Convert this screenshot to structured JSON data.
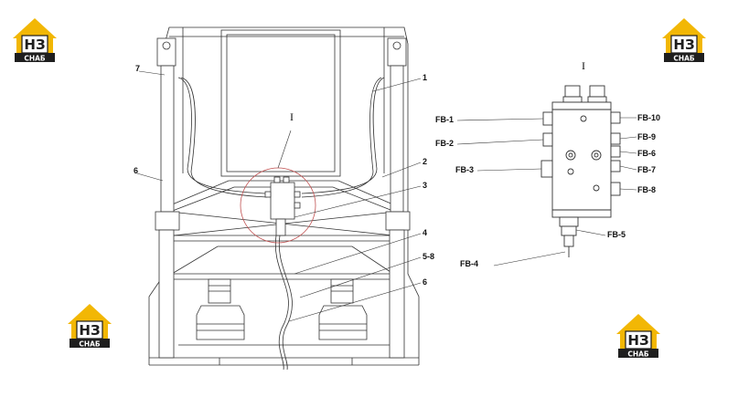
{
  "logo": {
    "big": "НЗ",
    "small": "СНАБ",
    "gold": "#f2b705",
    "dark": "#1e1e1e"
  },
  "detail_mark": "I",
  "callouts_left": [
    {
      "id": "7",
      "text": "7"
    },
    {
      "id": "1",
      "text": "1"
    },
    {
      "id": "6a",
      "text": "6"
    },
    {
      "id": "2",
      "text": "2"
    },
    {
      "id": "3",
      "text": "3"
    },
    {
      "id": "4",
      "text": "4"
    },
    {
      "id": "5-8",
      "text": "5-8"
    },
    {
      "id": "6b",
      "text": "6"
    }
  ],
  "callouts_right": [
    {
      "id": "fb1",
      "text": "FB-1"
    },
    {
      "id": "fb2",
      "text": "FB-2"
    },
    {
      "id": "fb3",
      "text": "FB-3"
    },
    {
      "id": "fb4",
      "text": "FB-4"
    },
    {
      "id": "fb5",
      "text": "FB-5"
    },
    {
      "id": "fb6",
      "text": "FB-6"
    },
    {
      "id": "fb7",
      "text": "FB-7"
    },
    {
      "id": "fb8",
      "text": "FB-8"
    },
    {
      "id": "fb9",
      "text": "FB-9"
    },
    {
      "id": "fb10",
      "text": "FB-10"
    }
  ]
}
